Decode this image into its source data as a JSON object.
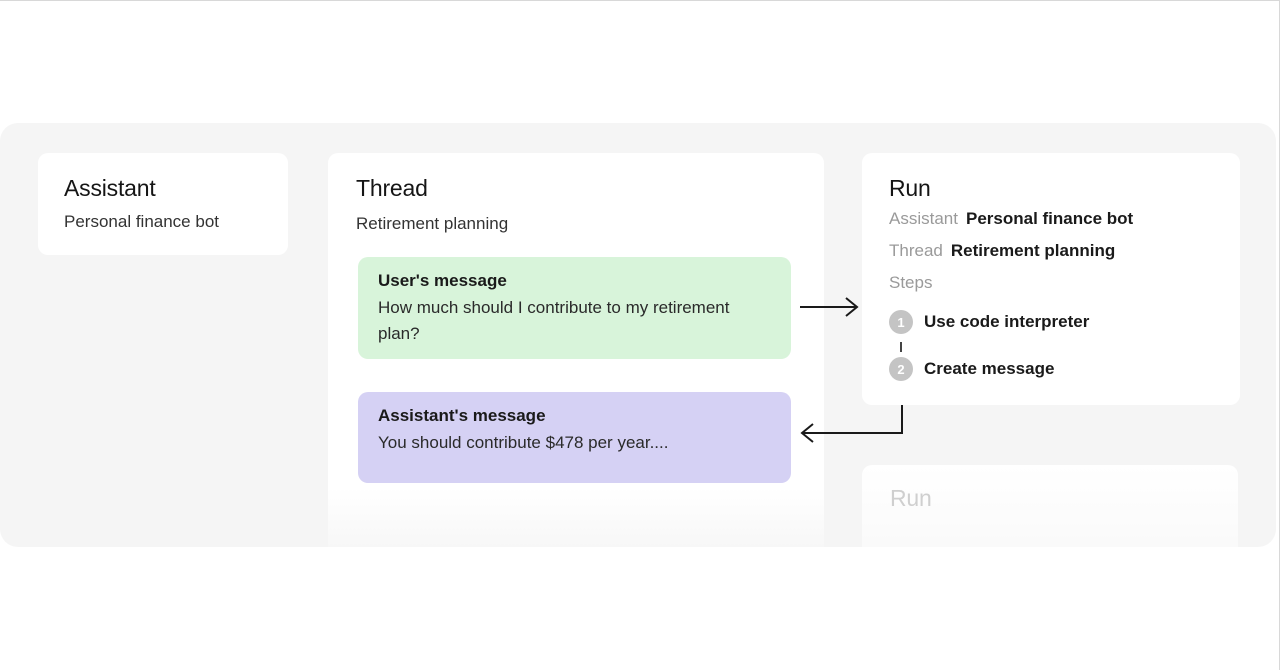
{
  "assistant": {
    "title": "Assistant",
    "subtitle": "Personal finance bot"
  },
  "thread": {
    "title": "Thread",
    "subtitle": "Retirement planning",
    "messages": [
      {
        "heading": "User's message",
        "body": "How much should I contribute to my retirement plan?",
        "color": "#d8f4da"
      },
      {
        "heading": "Assistant's message",
        "body": "You should contribute $478 per year....",
        "color": "#d5d1f4"
      }
    ]
  },
  "run": {
    "title": "Run",
    "assistant_label": "Assistant",
    "assistant_value": "Personal finance bot",
    "thread_label": "Thread",
    "thread_value": "Retirement planning",
    "steps_label": "Steps",
    "steps": [
      {
        "number": "1",
        "label": "Use code interpreter"
      },
      {
        "number": "2",
        "label": "Create message"
      }
    ]
  },
  "run_next": {
    "title": "Run"
  },
  "icons": {
    "arrow_to_run": "arrow-right-icon",
    "arrow_to_thread": "arrow-elbow-left-icon"
  }
}
